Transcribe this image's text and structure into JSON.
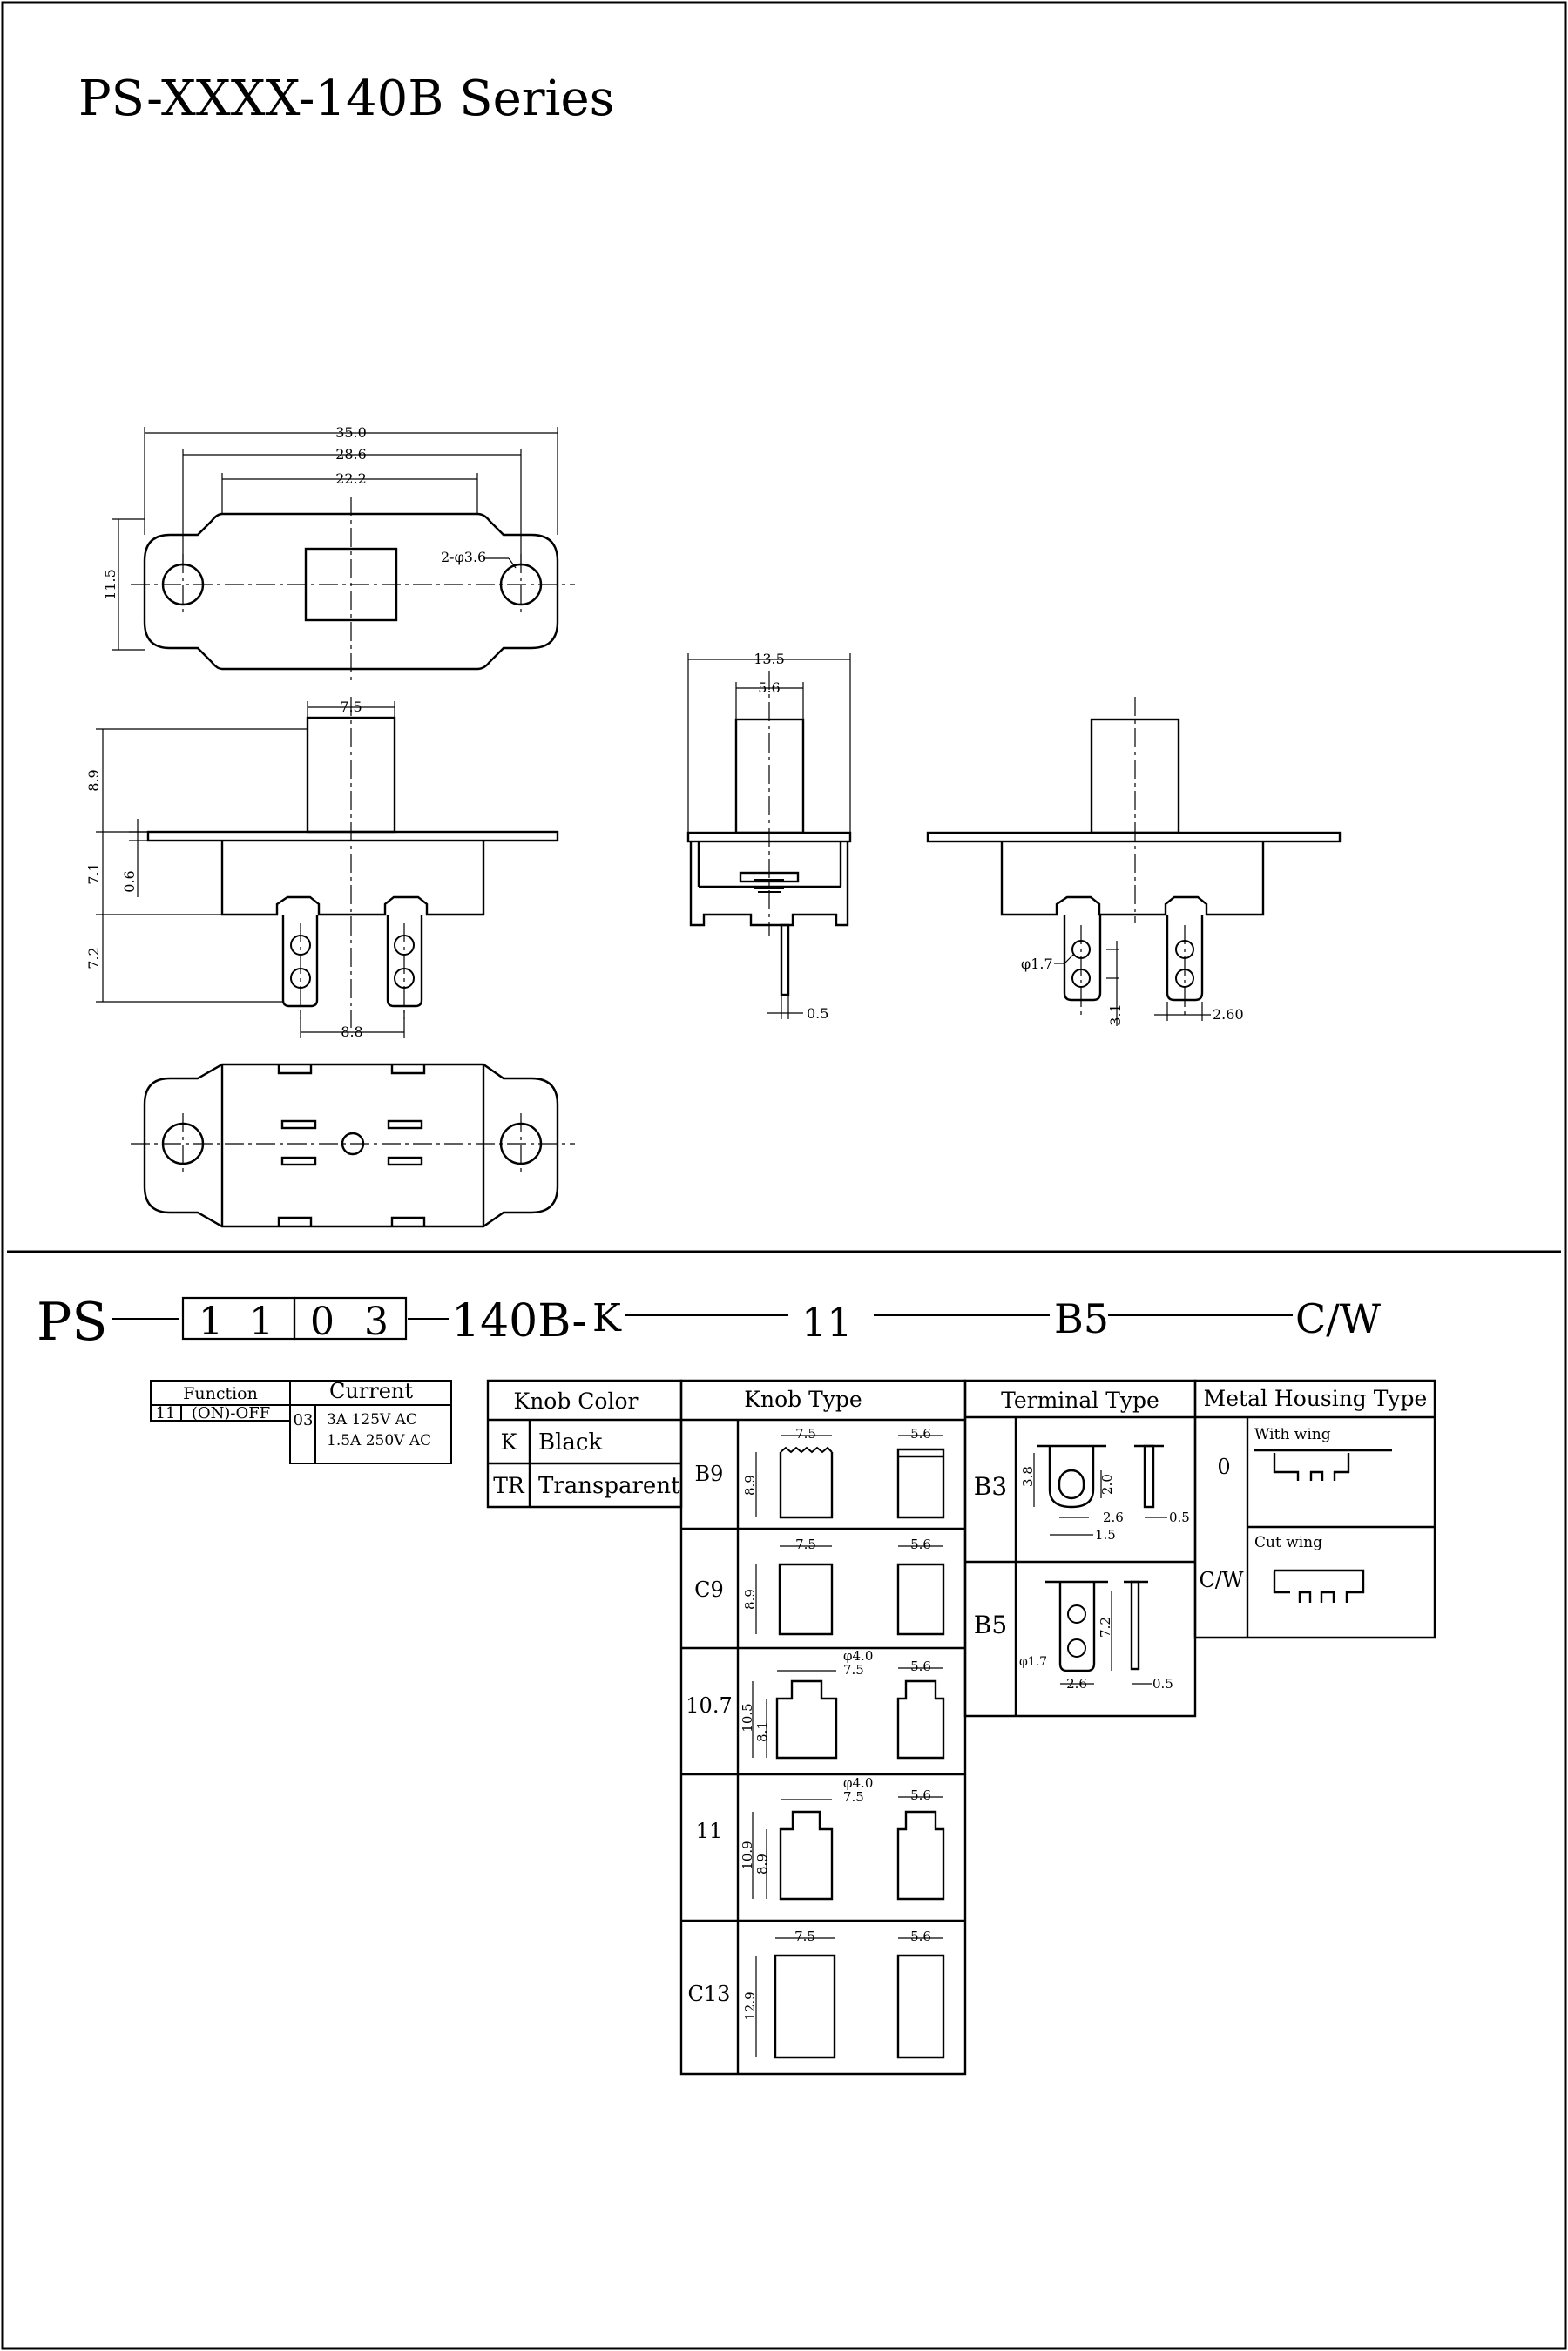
{
  "header": {
    "title": "PS-XXXX-140B Series"
  },
  "drawing": {
    "top_view": {
      "dim_overall": "35.0",
      "dim_hole_pitch": "28.6",
      "dim_inner": "22.2",
      "dim_height": "11.5",
      "dim_hole": "2-φ3.6"
    },
    "front_view": {
      "dim_knob_width": "7.5",
      "dim_knob_height": "8.9",
      "dim_body": "7.1",
      "dim_plate": "0.6",
      "dim_terminal": "7.2",
      "dim_terminal_pitch": "8.8"
    },
    "side_view": {
      "dim_depth": "13.5",
      "dim_knob_depth": "5.6",
      "dim_thickness": "0.5"
    },
    "right_view": {
      "dim_hole": "φ1.7",
      "dim_pitch": "3.1",
      "dim_width": "2.60"
    }
  },
  "part_number": {
    "prefix": "PS",
    "code_digits": [
      "1",
      "1",
      "0",
      "3"
    ],
    "series": "140B-",
    "knob_color": "K",
    "knob_type": "11",
    "terminal": "B5",
    "housing": "C/W"
  },
  "function_table": {
    "headers": [
      "Function",
      "Current"
    ],
    "function_code": "11",
    "function_value": "(ON)-OFF",
    "current_code": "03",
    "current_values": [
      "3A 125V AC",
      "1.5A 250V AC"
    ]
  },
  "knob_color_table": {
    "header": "Knob Color",
    "rows": [
      {
        "code": "K",
        "name": "Black"
      },
      {
        "code": "TR",
        "name": "Transparent"
      }
    ]
  },
  "knob_type_table": {
    "header": "Knob Type",
    "rows": [
      {
        "code": "B9",
        "width": "7.5",
        "depth": "5.6",
        "height": "8.9"
      },
      {
        "code": "C9",
        "width": "7.5",
        "depth": "5.6",
        "height": "8.9"
      },
      {
        "code": "10.7",
        "tip": "φ4.0",
        "width": "7.5",
        "depth": "5.6",
        "total": "10.5",
        "height": "8.1"
      },
      {
        "code": "11",
        "tip": "φ4.0",
        "width": "7.5",
        "depth": "5.6",
        "total": "10.9",
        "height": "8.9"
      },
      {
        "code": "C13",
        "width": "7.5",
        "depth": "5.6",
        "height": "12.9"
      }
    ]
  },
  "terminal_table": {
    "header": "Terminal Type",
    "rows": [
      {
        "code": "B3",
        "dims": [
          "3.8",
          "2.0",
          "2.6",
          "1.5",
          "0.5"
        ]
      },
      {
        "code": "B5",
        "dims": [
          "φ1.7",
          "7.2",
          "2.6",
          "0.5"
        ]
      }
    ]
  },
  "housing_table": {
    "header": "Metal Housing Type",
    "rows": [
      {
        "code": "0",
        "label": "With wing"
      },
      {
        "code": "C/W",
        "label": "Cut wing"
      }
    ]
  }
}
